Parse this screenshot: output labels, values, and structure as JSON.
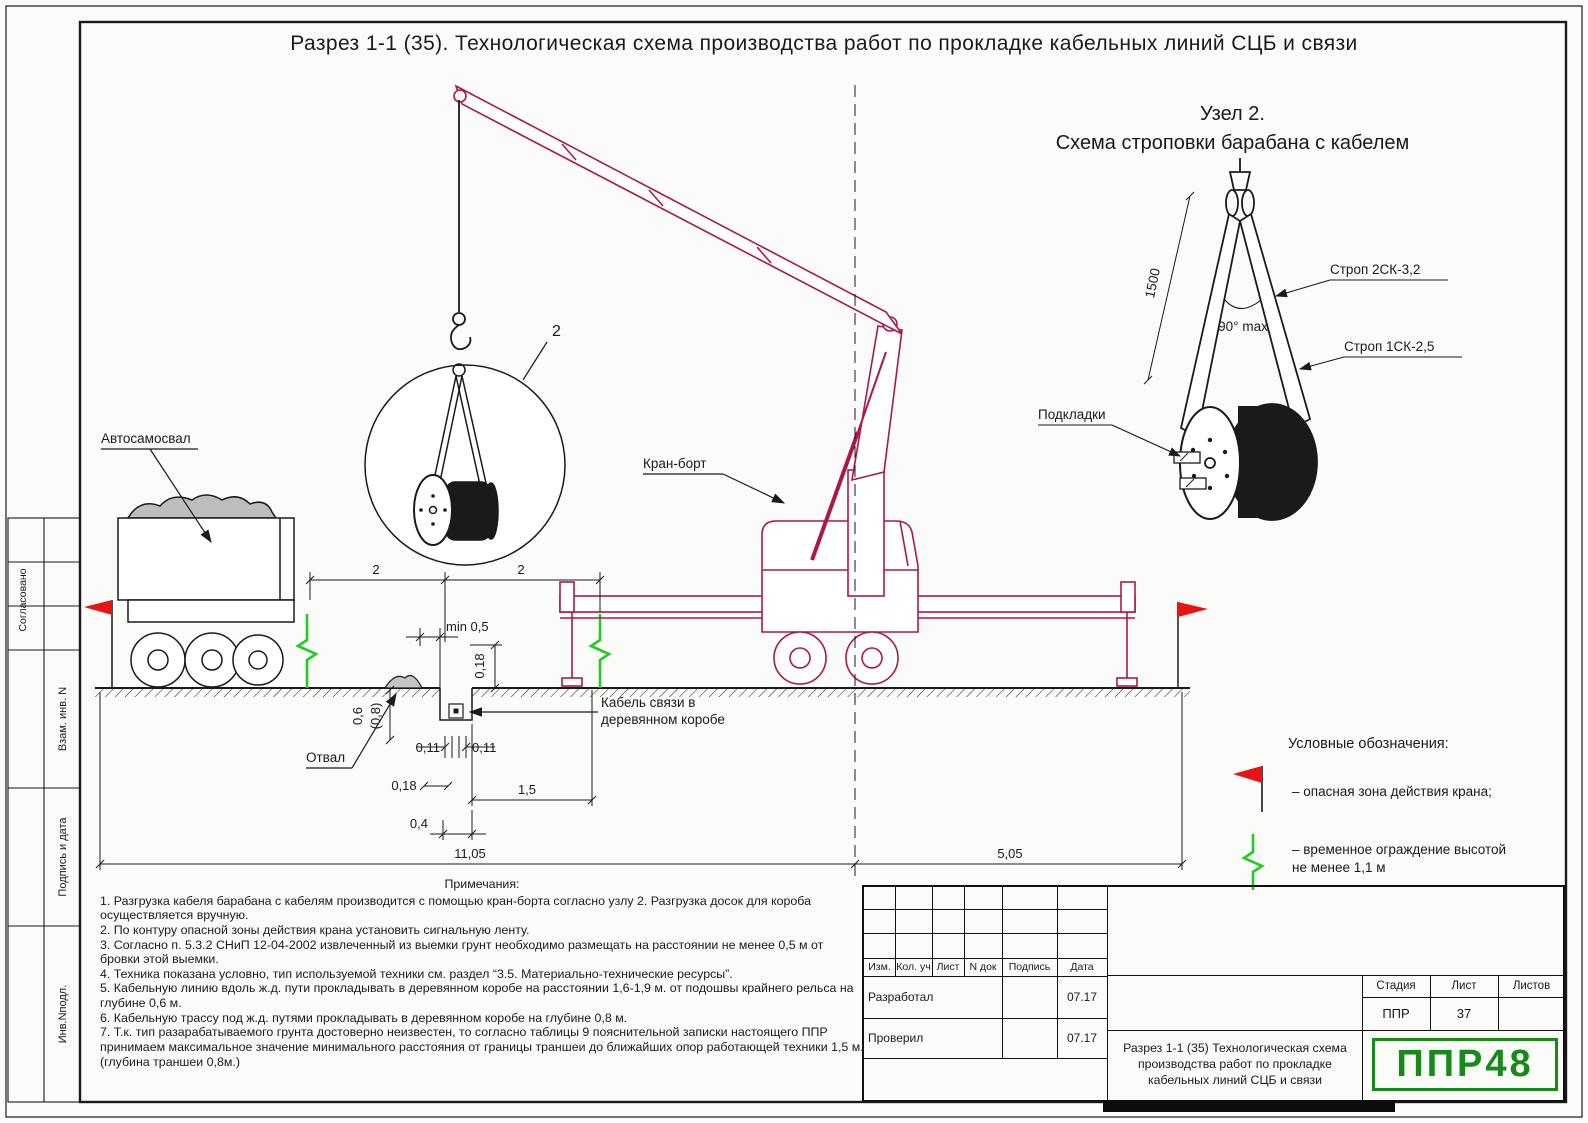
{
  "page": {
    "title": "Разрез 1-1 (35). Технологическая схема производства работ по прокладке кабельных линий СЦБ и связи"
  },
  "detail": {
    "title1": "Узел 2.",
    "title2": "Схема строповки барабана с кабелем",
    "dim_1500": "1500",
    "angle": "90° max",
    "sling_top": "Строп 2СК-3,2",
    "sling_bottom": "Строп 1СК-2,5",
    "pads": "Подкладки"
  },
  "drawing": {
    "dump_truck": "Автосамосвал",
    "crane": "Кран-борт",
    "spoil": "Отвал",
    "cable1": "Кабель связи в",
    "cable2": "деревянном коробе",
    "callout": "2"
  },
  "dims": {
    "left2": "2",
    "right2": "2",
    "min05": "min 0,5",
    "h018": "0,18",
    "d06": "0,6",
    "d08": "(0,8)",
    "w011a": "0,11",
    "w011b": "0,11",
    "w018": "0,18",
    "d15": "1,5",
    "d04": "0,4",
    "total_left": "11,05",
    "total_right": "5,05"
  },
  "legend": {
    "title": "Условные обозначения:",
    "flag_text": "– опасная зона действия крана;",
    "fence_text1": "– временное ограждение высотой",
    "fence_text2": "не менее 1,1 м"
  },
  "notes": {
    "title": "Примечания:",
    "items": [
      "1. Разгрузка кабеля барабана с кабелям производится с помощью кран-борта согласно узлу 2. Разгрузка досок для короба осуществляется вручную.",
      "2. По контуру опасной зоны действия крана установить сигнальную ленту.",
      "3. Согласно п. 5.3.2  СНиП 12-04-2002 извлеченный из выемки грунт необходимо размещать на расстоянии не менее 0,5 м от бровки этой выемки.",
      "4. Техника показана условно, тип используемой техники см. раздел “3.5. Материально-технические ресурсы”.",
      "5. Кабельную линию вдоль ж.д. пути прокладывать в деревянном коробе на расстоянии 1,6-1,9 м. от подошвы крайнего рельса на глубине 0,6 м.",
      "6. Кабельную трассу под ж.д. путями прокладывать в деревянном коробе на глубине 0,8 м.",
      "7. Т.к. тип разарабатываемого грунта достоверно неизвестен, то согласно таблицы 9 пояснительной записки настоящего ППР принимаем максимальное значение минимального расстояния от границы траншеи до ближайших опор работающей техники 1,5 м. (глубина траншеи 0,8м.)"
    ]
  },
  "titleblock": {
    "headers": [
      "Изм.",
      "Кол. уч",
      "Лист",
      "N док",
      "Подпись",
      "Дата"
    ],
    "developed_label": "Разработал",
    "developed_date": "07.17",
    "checked_label": "Проверил",
    "checked_date": "07.17",
    "doc_title": "Разрез 1-1 (35) Технологическая схема производства работ по прокладке кабельных линий СЦБ и связи",
    "stage_label": "Стадия",
    "sheet_label": "Лист",
    "sheets_label": "Листов",
    "stage_value": "ППР",
    "sheet_value": "37",
    "logo": "ППР48"
  },
  "stamps": {
    "approved": "Согласовано",
    "rows": [
      "Взам. инв. N",
      "Подпись и дата",
      "Инв.Nподл."
    ]
  },
  "colors": {
    "crane_outline": "#ab1848",
    "danger_flag": "#e81313",
    "fence_green": "#22cc22",
    "logo_green": "#178a17"
  }
}
